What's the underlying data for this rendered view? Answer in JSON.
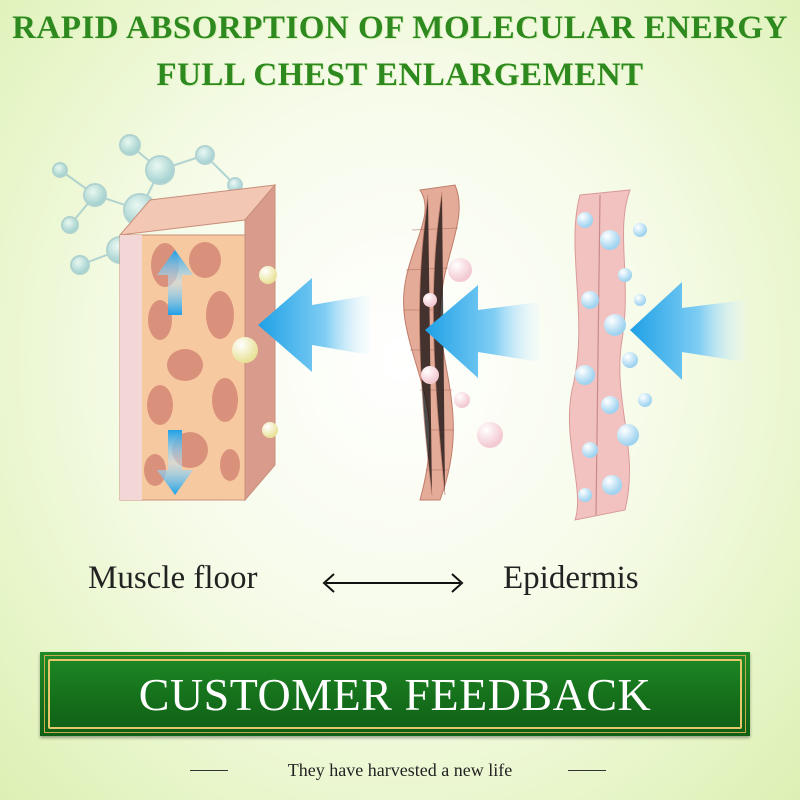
{
  "headline": {
    "line1": "RAPID ABSORPTION OF MOLECULAR ENERGY",
    "line2": "FULL CHEST ENLARGEMENT"
  },
  "diagram": {
    "left_label": "Muscle floor",
    "right_label": "Epidermis"
  },
  "banner": {
    "title": "CUSTOMER FEEDBACK"
  },
  "footer": {
    "tagline": "They have harvested a new life"
  },
  "colors": {
    "headline": "#2e8a1f",
    "banner_green": "#15701b",
    "banner_border": "#e6c86a",
    "arrow_blue": "#3aaee8"
  }
}
